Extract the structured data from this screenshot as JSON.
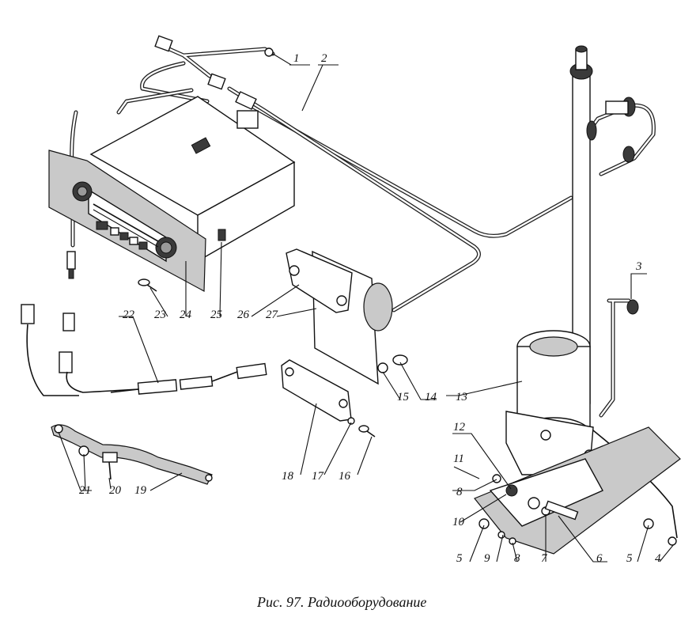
{
  "caption": "Рис. 97. Радиооборудование",
  "callouts": [
    {
      "id": "c1",
      "text": "1"
    },
    {
      "id": "c2",
      "text": "2"
    },
    {
      "id": "c3",
      "text": "3"
    },
    {
      "id": "c4",
      "text": "4"
    },
    {
      "id": "c5a",
      "text": "5"
    },
    {
      "id": "c5b",
      "text": "5"
    },
    {
      "id": "c6",
      "text": "6"
    },
    {
      "id": "c7",
      "text": "7"
    },
    {
      "id": "c8a",
      "text": "8"
    },
    {
      "id": "c8b",
      "text": "8"
    },
    {
      "id": "c9",
      "text": "9"
    },
    {
      "id": "c10",
      "text": "10"
    },
    {
      "id": "c11",
      "text": "11"
    },
    {
      "id": "c12",
      "text": "12"
    },
    {
      "id": "c13",
      "text": "13"
    },
    {
      "id": "c14",
      "text": "14"
    },
    {
      "id": "c15",
      "text": "15"
    },
    {
      "id": "c16",
      "text": "16"
    },
    {
      "id": "c17",
      "text": "17"
    },
    {
      "id": "c18",
      "text": "18"
    },
    {
      "id": "c19",
      "text": "19"
    },
    {
      "id": "c20",
      "text": "20"
    },
    {
      "id": "c21",
      "text": "21"
    },
    {
      "id": "c22",
      "text": "22"
    },
    {
      "id": "c23",
      "text": "23"
    },
    {
      "id": "c24",
      "text": "24"
    },
    {
      "id": "c25",
      "text": "25"
    },
    {
      "id": "c26",
      "text": "26"
    },
    {
      "id": "c27",
      "text": "27"
    }
  ]
}
